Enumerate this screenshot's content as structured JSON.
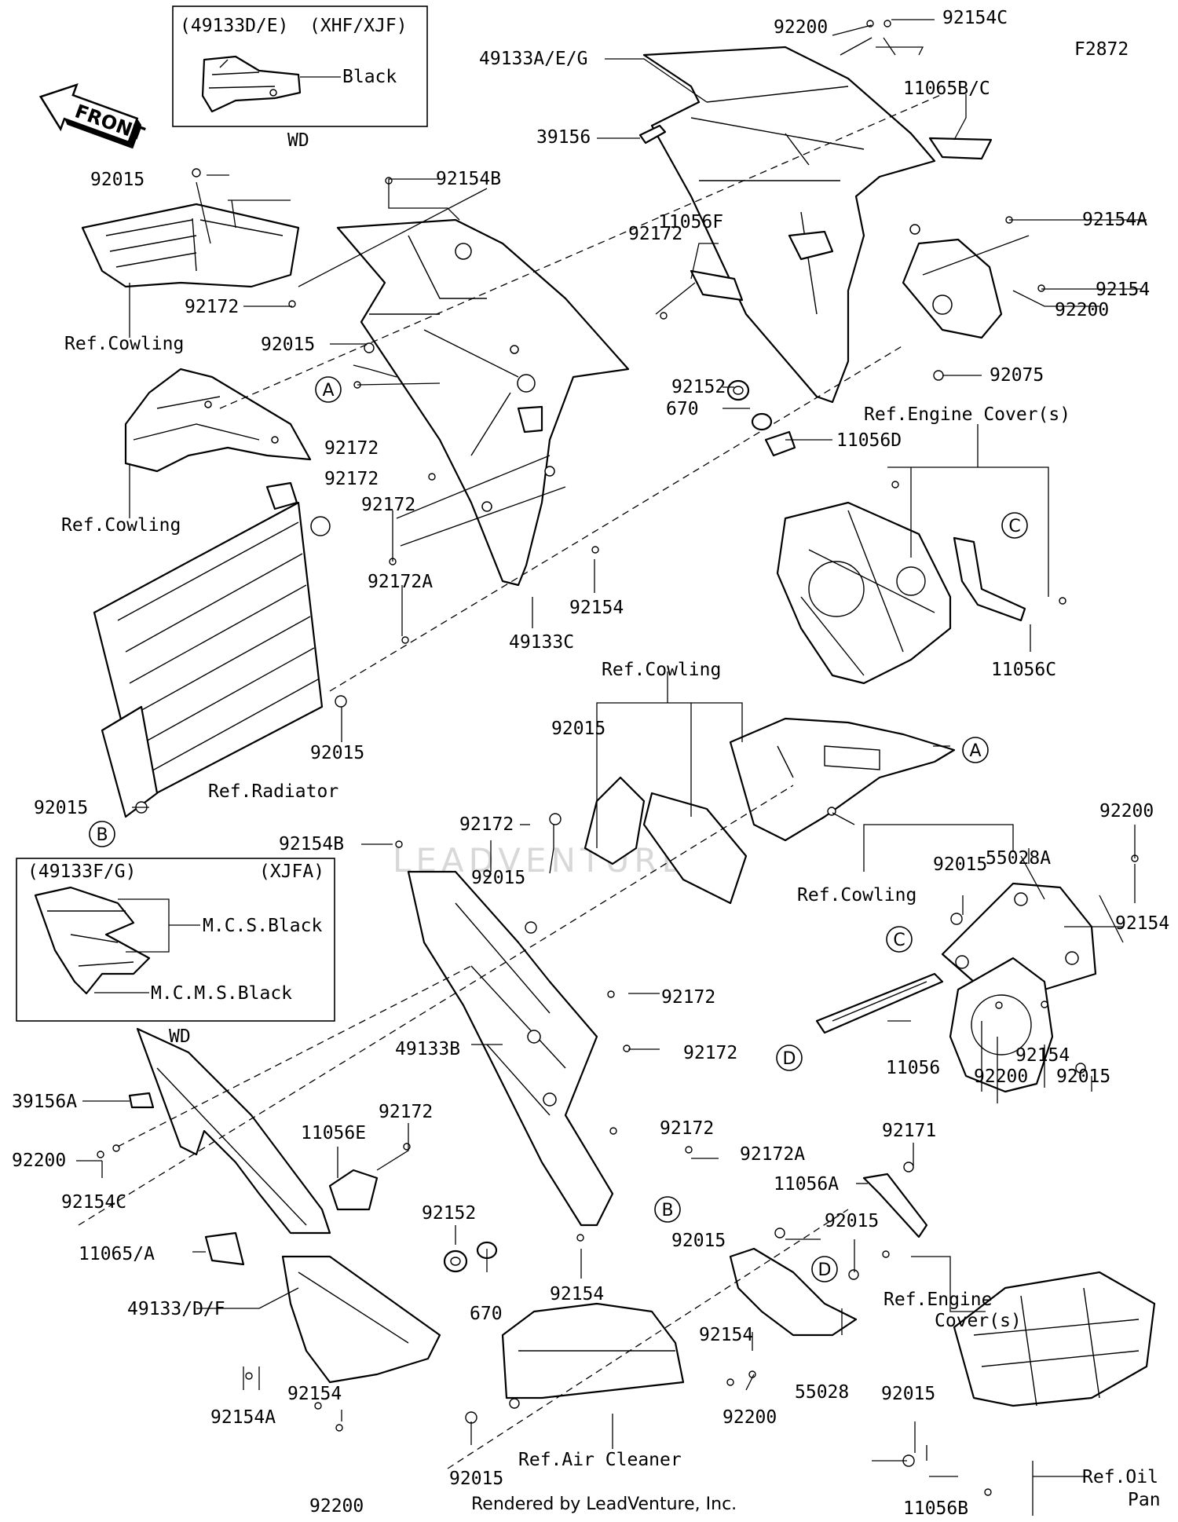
{
  "diagram_code": "F2872",
  "front_sign": "FRONT",
  "footer": "Rendered by LeadVenture, Inc.",
  "watermark": "LEADVENTURE",
  "inset_top": {
    "title_code": "(49133D/E)",
    "title_model": "(XHF/XJF)",
    "color_label": "Black",
    "caption": "WD"
  },
  "inset_mid": {
    "title_code": "(49133F/G)",
    "title_model": "(XJFA)",
    "color_label_1": "M.C.S.Black",
    "color_label_2": "M.C.M.S.Black",
    "caption": "WD"
  },
  "callouts": {
    "a": "A",
    "b": "B",
    "c": "C",
    "d": "D"
  },
  "labels": {
    "p92200_top": "92200",
    "p92154C_top": "92154C",
    "p49133AEG": "49133A/E/G",
    "p11065BC": "11065B/C",
    "p39156": "39156",
    "p92015_a": "92015",
    "p92154B_a": "92154B",
    "p11056F": "11056F",
    "p92172_f": "92172",
    "p92154A_r": "92154A",
    "p92154_r": "92154",
    "p92200_r": "92200",
    "p92172_a": "92172",
    "p92015_b": "92015",
    "p92075": "92075",
    "p92152_a": "92152",
    "p670_a": "670",
    "ref_cowling_1": "Ref.Cowling",
    "p92172_b": "92172",
    "p92172_c": "92172",
    "ref_engine_cover_1": "Ref.Engine Cover(s)",
    "p11056D": "11056D",
    "ref_cowling_2": "Ref.Cowling",
    "p92172_d": "92172",
    "p92172A_a": "92172A",
    "p92154_c": "92154",
    "p49133C": "49133C",
    "p11056C": "11056C",
    "ref_cowling_3": "Ref.Cowling",
    "p92015_c": "92015",
    "p92015_d": "92015",
    "ref_radiator": "Ref.Radiator",
    "p92015_e": "92015",
    "p92172_e": "92172",
    "p92154B_b": "92154B",
    "p92015_f": "92015",
    "ref_cowling_4": "Ref.Cowling",
    "p92200_b": "92200",
    "p55028A": "55028A",
    "p92015_g": "92015",
    "p92154_d": "92154",
    "p92172_g": "92172",
    "p49133B": "49133B",
    "p92172_h": "92172",
    "p11056": "11056",
    "p92200_c": "92200",
    "p92154_e": "92154",
    "p92015_h": "92015",
    "p39156A": "39156A",
    "p92172_i": "92172",
    "p11056E": "11056E",
    "p92171": "92171",
    "p92172_j": "92172",
    "p92200_d": "92200",
    "p92172A_b": "92172A",
    "p11056A": "11056A",
    "p92154C_b": "92154C",
    "p92152_b": "92152",
    "p92015_i": "92015",
    "p92015_j": "92015",
    "p11065A": "11065/A",
    "p670_b": "670",
    "p92154_f": "92154",
    "ref_engine_cover_2a": "Ref.Engine",
    "ref_engine_cover_2b": "Cover(s)",
    "p49133DF": "49133/D/F",
    "p92154_g": "92154",
    "p55028": "55028",
    "p92154_h": "92154",
    "p92015_k": "92015",
    "p92154A_b": "92154A",
    "p92200_e": "92200",
    "ref_oil_pan_a": "Ref.Oil",
    "ref_oil_pan_b": "Pan",
    "p92015_l": "92015",
    "ref_air_cleaner": "Ref.Air Cleaner",
    "p92200_f": "92200",
    "p11056B": "11056B"
  }
}
